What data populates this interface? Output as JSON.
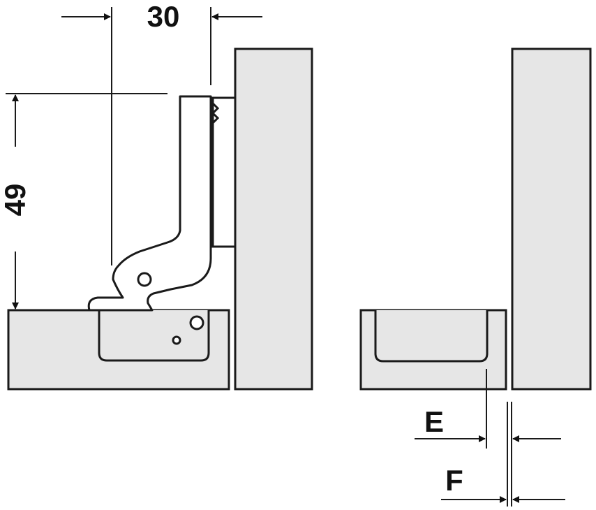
{
  "dimensions": {
    "width_label": "30",
    "height_label": "49",
    "gap_e_label": "E",
    "gap_f_label": "F"
  },
  "colors": {
    "panel_fill": "#e6e6e6",
    "line": "#1a1a1a",
    "background": "#ffffff"
  }
}
